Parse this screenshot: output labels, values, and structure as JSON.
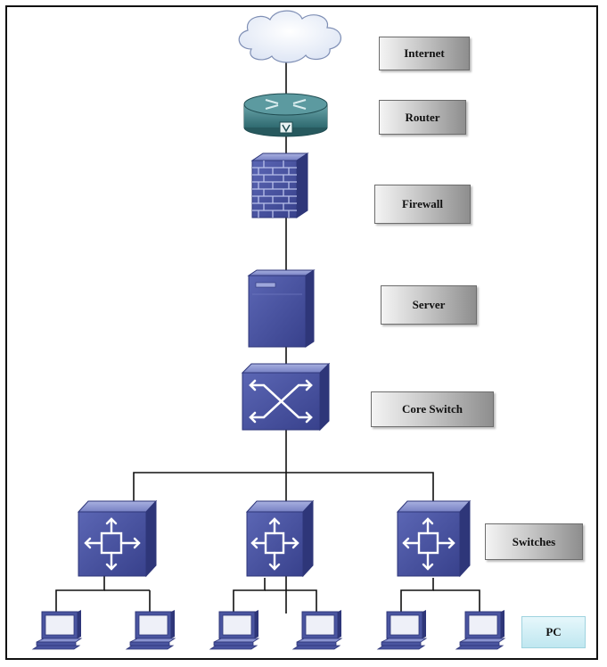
{
  "labels": {
    "internet": "Internet",
    "router": "Router",
    "firewall": "Firewall",
    "server": "Server",
    "core_switch": "Core Switch",
    "switches": "Switches",
    "pc": "PC"
  },
  "colors": {
    "device_blue": "#4a55a0",
    "device_blue_dark": "#2e3679",
    "device_blue_light": "#8a94d0",
    "router_teal": "#3e7d84",
    "cloud": "#eef2fb",
    "line": "#111111",
    "pc_label_bg": "#c8ebf3"
  },
  "icons": [
    "cloud-icon",
    "router-icon",
    "firewall-icon",
    "server-icon",
    "core-switch-icon",
    "switch-icon",
    "pc-icon"
  ]
}
